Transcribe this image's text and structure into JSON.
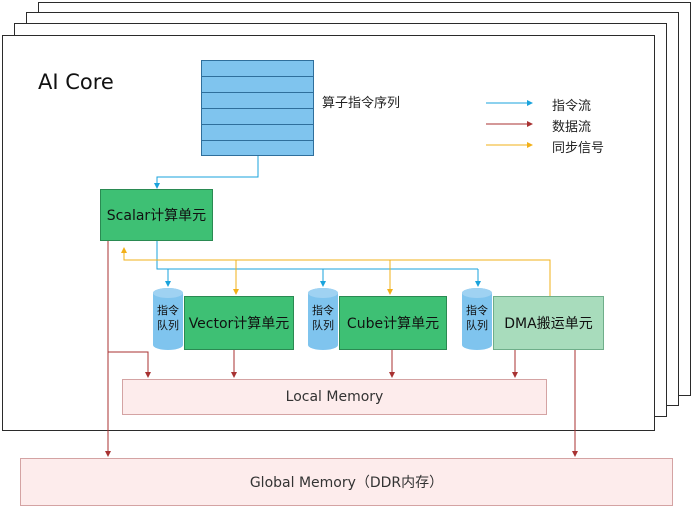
{
  "title": "AI Core",
  "instr_queue_label": "算子指令序列",
  "legend": [
    {
      "label": "指令流",
      "color": "#1aa3dc"
    },
    {
      "label": "数据流",
      "color": "#a83232"
    },
    {
      "label": "同步信号",
      "color": "#f2b019"
    }
  ],
  "scalar_unit": "Scalar计算单元",
  "queue_label": "指令\n队列",
  "units": [
    {
      "label": "Vector计算单元"
    },
    {
      "label": "Cube计算单元"
    },
    {
      "label": "DMA搬运单元"
    }
  ],
  "local_memory": "Local Memory",
  "global_memory": "Global Memory（DDR内存）"
}
